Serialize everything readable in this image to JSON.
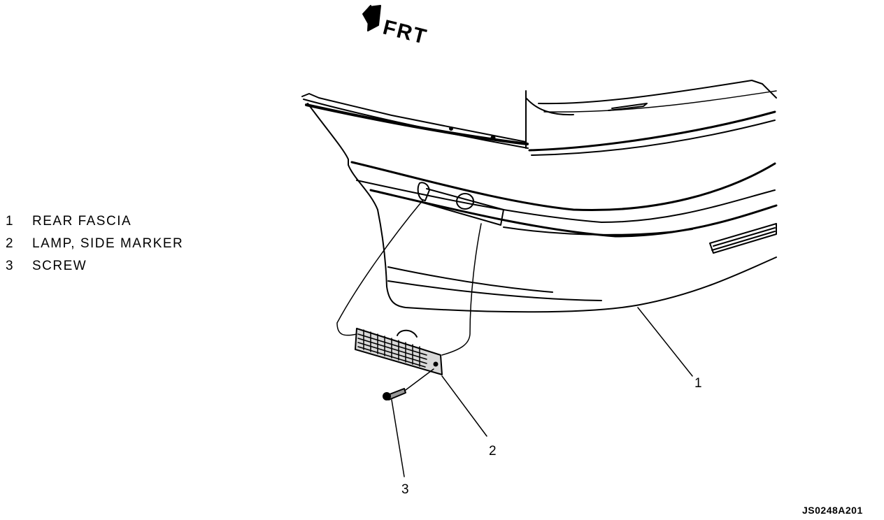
{
  "direction_label": "FRT",
  "legend": [
    {
      "num": "1",
      "text": "REAR FASCIA"
    },
    {
      "num": "2",
      "text": "LAMP, SIDE MARKER"
    },
    {
      "num": "3",
      "text": "SCREW"
    }
  ],
  "callouts": {
    "c1": "1",
    "c2": "2",
    "c3": "3"
  },
  "figure_id": "JS0248A201",
  "icons": {
    "direction_arrow": "front-direction-arrow-icon"
  }
}
